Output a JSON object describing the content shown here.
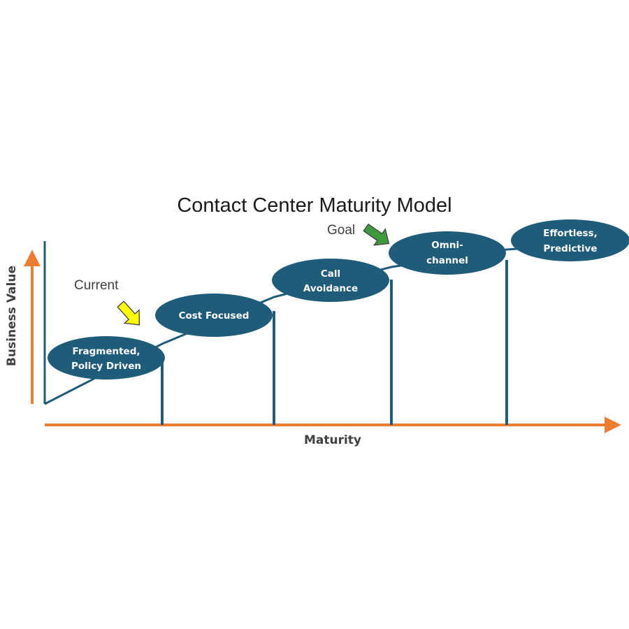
{
  "title": "Contact Center Maturity Model",
  "axes": {
    "x_label": "Maturity",
    "y_label": "Business Value"
  },
  "markers": {
    "current": {
      "label": "Current",
      "color": "#ffff00"
    },
    "goal": {
      "label": "Goal",
      "color": "#3d9a3d"
    }
  },
  "stages": [
    {
      "lines": [
        "Fragmented,",
        "Policy Driven"
      ]
    },
    {
      "lines": [
        "Cost Focused"
      ]
    },
    {
      "lines": [
        "Call",
        "Avoidance"
      ]
    },
    {
      "lines": [
        "Omni-",
        "channel"
      ]
    },
    {
      "lines": [
        "Effortless,",
        "Predictive"
      ]
    }
  ],
  "colors": {
    "axis": "#ed7d31",
    "stage_fill": "#1f5c7a",
    "structure": "#1f5c7a"
  }
}
